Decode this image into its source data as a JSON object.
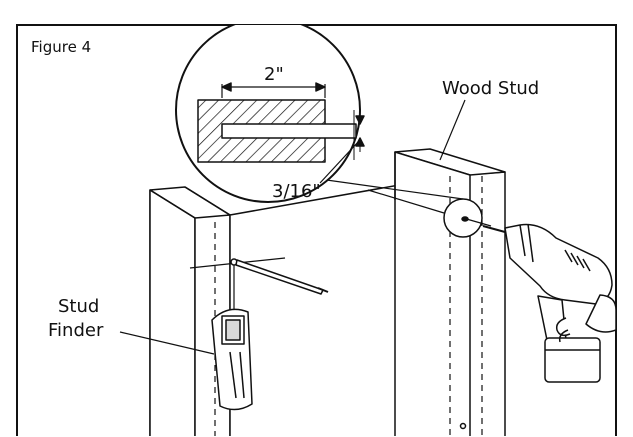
{
  "figure_label": "Figure 4",
  "callouts": {
    "width": "2\"",
    "depth": "3/16\"",
    "wood_stud": "Wood Stud",
    "stud_finder_line1": "Stud",
    "stud_finder_line2": "Finder"
  },
  "colors": {
    "ink": "#111111",
    "paper": "#ffffff",
    "shade": "#d9d9d9"
  }
}
